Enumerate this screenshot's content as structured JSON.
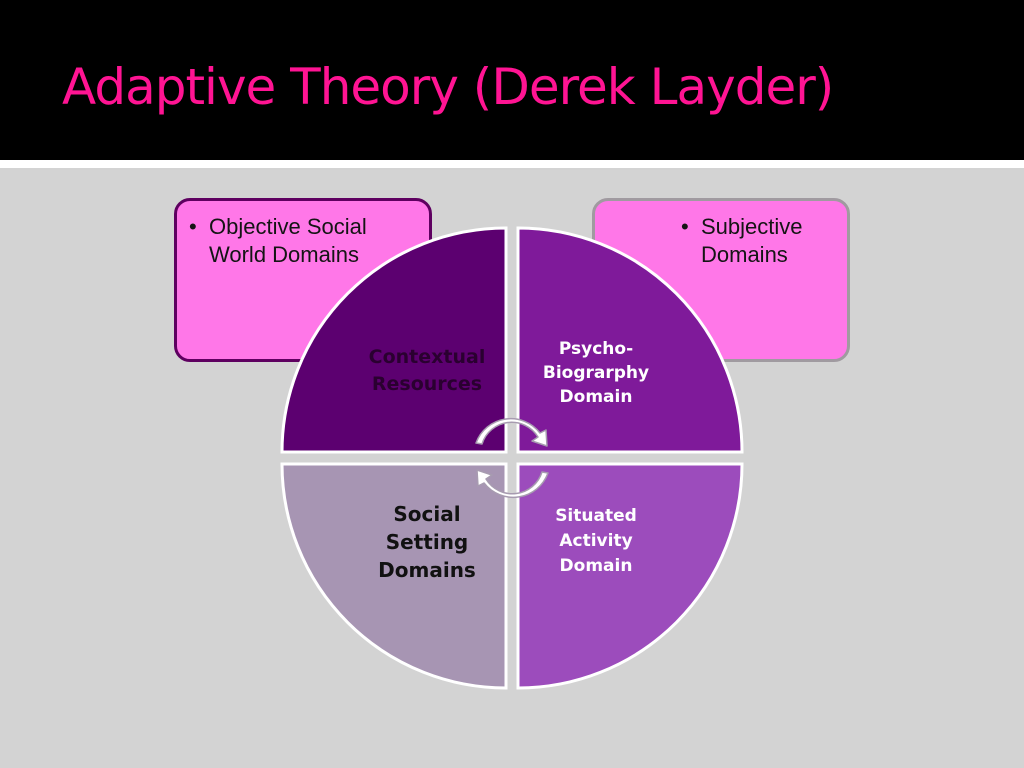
{
  "title": "Adaptive Theory (Derek Layder)",
  "colors": {
    "title": "#ff1493",
    "header_bg": "#000000",
    "slide_bg": "#d3d3d3",
    "box_fill": "#ff77e8",
    "quadrant_top_left": "#5c0070",
    "quadrant_top_right": "#7f1a9a",
    "quadrant_bottom_left": "#a795b3",
    "quadrant_bottom_right": "#9c4cbc"
  },
  "left_box": {
    "items": [
      "Objective Social World Domains"
    ]
  },
  "right_box": {
    "items": [
      "Subjective Domains"
    ]
  },
  "quadrants": {
    "top_left": "Contextual Resources",
    "top_right": "Psycho-Biograrphy Domain",
    "bottom_left": "Social Setting Domains",
    "bottom_right": "Situated Activity Domain"
  },
  "center_icon": "cycle-arrows-icon"
}
